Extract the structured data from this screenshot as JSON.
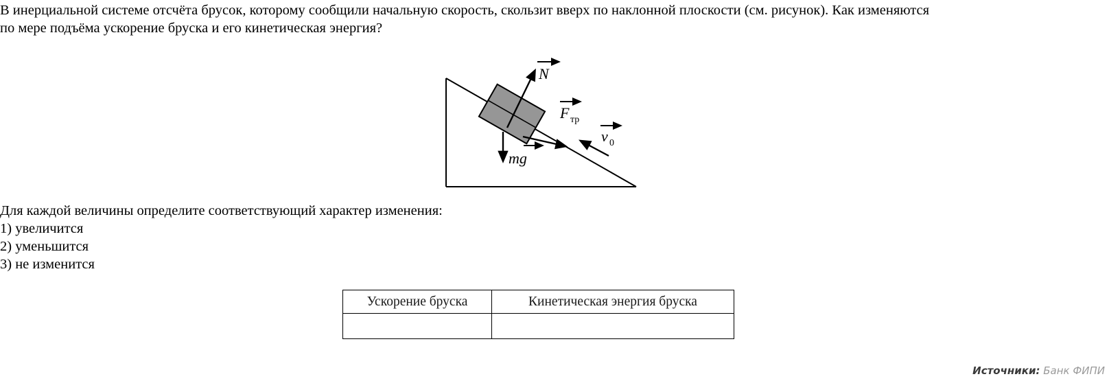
{
  "question": {
    "lines": [
      "В инерциальной системе отсчёта брусок, которому сообщили начальную скорость, скользит вверх по наклонной плоскости (см. рисунок). Как изменяются",
      "по мере подъёма ускорение бруска и его кинетическая энергия?"
    ]
  },
  "figure": {
    "caption_ref": "см. рисунок",
    "incline": {
      "apex_label": "",
      "description": "right triangle inclined plane with block sliding up"
    },
    "block": {
      "fill_color": "#969696",
      "stroke_color": "#000000"
    },
    "vectors": [
      {
        "name": "normal-force",
        "symbol": "N",
        "subscript": "",
        "direction": "up-right perpendicular to incline"
      },
      {
        "name": "friction-force",
        "symbol": "F",
        "subscript": "тр",
        "direction": "down-right along incline"
      },
      {
        "name": "gravity-force",
        "symbol": "mg",
        "subscript": "",
        "direction": "straight down"
      },
      {
        "name": "initial-velocity",
        "symbol": "v",
        "subscript": "0",
        "direction": "up-left along incline"
      }
    ]
  },
  "answers": {
    "prompt": "Для каждой величины определите соответствующий характер изменения:",
    "options": [
      "1) увеличится",
      "2) уменьшится",
      "3) не изменится"
    ]
  },
  "table": {
    "headers": [
      "Ускорение бруска",
      "Кинетическая энергия бруска"
    ],
    "rows": [
      [
        "",
        ""
      ]
    ]
  },
  "source": {
    "label": "Источники:",
    "value": "Банк ФИПИ"
  }
}
